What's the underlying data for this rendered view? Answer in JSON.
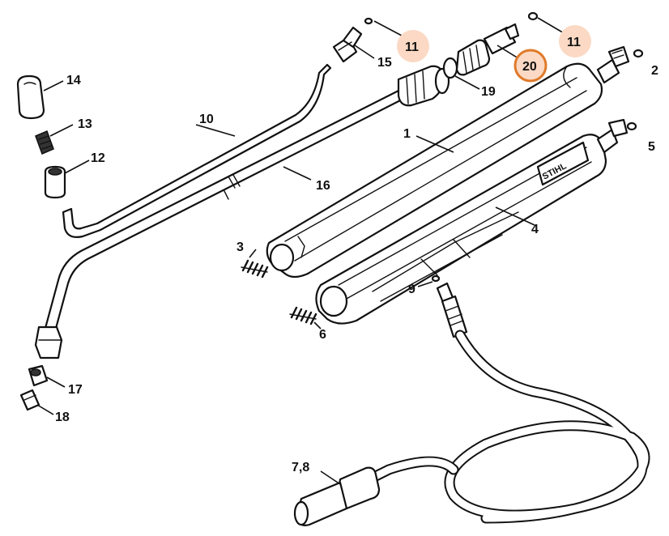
{
  "callouts": [
    {
      "id": "c1",
      "label": "1",
      "style": "plain"
    },
    {
      "id": "c2",
      "label": "2",
      "style": "plain"
    },
    {
      "id": "c3",
      "label": "3",
      "style": "plain"
    },
    {
      "id": "c4",
      "label": "4",
      "style": "plain"
    },
    {
      "id": "c5",
      "label": "5",
      "style": "plain"
    },
    {
      "id": "c6",
      "label": "6",
      "style": "plain"
    },
    {
      "id": "c78",
      "label": "7,8",
      "style": "plain"
    },
    {
      "id": "c9",
      "label": "9",
      "style": "plain"
    },
    {
      "id": "c10",
      "label": "10",
      "style": "plain"
    },
    {
      "id": "c11a",
      "label": "11",
      "style": "highlight"
    },
    {
      "id": "c11b",
      "label": "11",
      "style": "highlight"
    },
    {
      "id": "c12",
      "label": "12",
      "style": "plain"
    },
    {
      "id": "c13",
      "label": "13",
      "style": "plain"
    },
    {
      "id": "c14",
      "label": "14",
      "style": "plain"
    },
    {
      "id": "c15",
      "label": "15",
      "style": "plain"
    },
    {
      "id": "c16",
      "label": "16",
      "style": "plain"
    },
    {
      "id": "c17",
      "label": "17",
      "style": "plain"
    },
    {
      "id": "c18",
      "label": "18",
      "style": "plain"
    },
    {
      "id": "c19",
      "label": "19",
      "style": "plain"
    },
    {
      "id": "c20",
      "label": "20",
      "style": "selected"
    }
  ],
  "brand_mark": "STIHL",
  "colors": {
    "highlight_fill": "#fbd9c4",
    "selected_ring": "#e07a2a",
    "selected_fill": "#fbd9c4",
    "line": "#111111"
  }
}
